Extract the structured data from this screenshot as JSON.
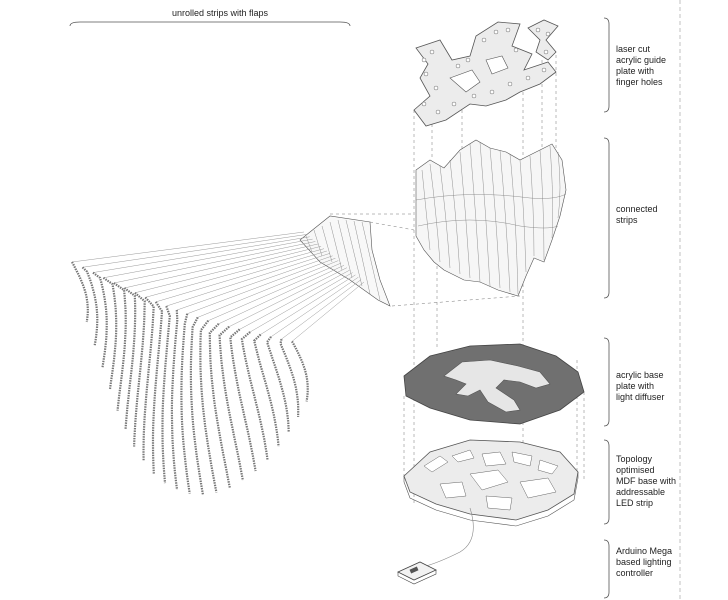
{
  "header": {
    "title": "unrolled strips with flaps"
  },
  "labels": [
    {
      "id": "guide",
      "text": "laser cut\nacrylic guide\nplate with\nfinger holes"
    },
    {
      "id": "strips",
      "text": "connected\nstrips"
    },
    {
      "id": "base",
      "text": "acrylic base\nplate with\nlight diffuser"
    },
    {
      "id": "mdf",
      "text": "Topology\noptimised\nMDF base with\naddressable\nLED strip"
    },
    {
      "id": "arduino",
      "text": "Arduino Mega\nbased lighting\ncontroller"
    }
  ],
  "colors": {
    "line": "#555555",
    "dark_fill": "#6e6e6e",
    "light_fill": "#e4e4e4",
    "paper": "#ffffff"
  }
}
